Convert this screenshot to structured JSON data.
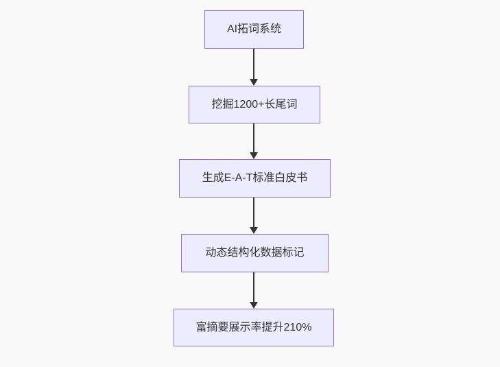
{
  "page": {
    "background_color": "#f9f9f9"
  },
  "diagram": {
    "type": "flowchart",
    "direction": "top-down",
    "style": {
      "node_fill": "#ECECFF",
      "node_border": "#9370DB",
      "text_color": "#333333",
      "arrow_color": "#333333"
    },
    "nodes": [
      {
        "id": "n1",
        "label": "AI拓词系统"
      },
      {
        "id": "n2",
        "label": "挖掘1200+长尾词"
      },
      {
        "id": "n3",
        "label": "生成E-A-T标准白皮书"
      },
      {
        "id": "n4",
        "label": "动态结构化数据标记"
      },
      {
        "id": "n5",
        "label": "富摘要展示率提升210%"
      }
    ],
    "edges": [
      {
        "from": "n1",
        "to": "n2"
      },
      {
        "from": "n2",
        "to": "n3"
      },
      {
        "from": "n3",
        "to": "n4"
      },
      {
        "from": "n4",
        "to": "n5"
      }
    ]
  }
}
